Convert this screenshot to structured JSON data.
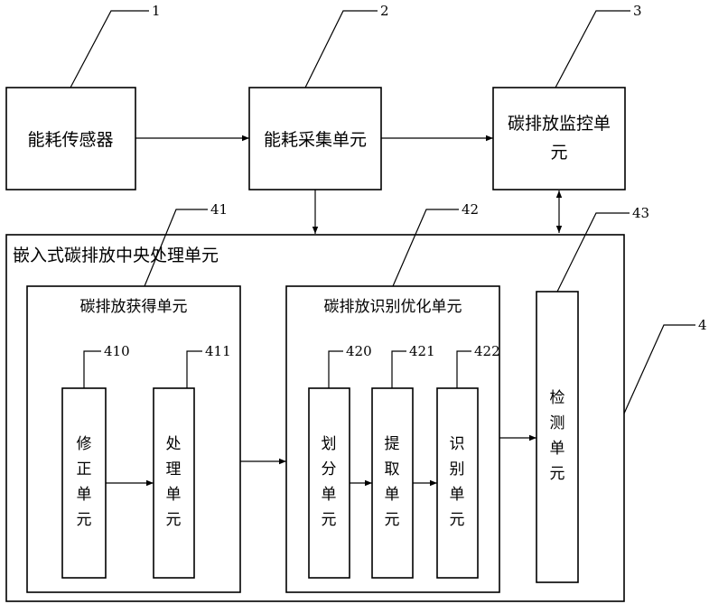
{
  "diagram": {
    "nodes": {
      "energy_sensor": "能耗传感器",
      "energy_collection": "能耗采集单元",
      "carbon_monitor_line1": "碳排放监控单",
      "carbon_monitor_line2": "元",
      "embedded_unit": "嵌入式碳排放中央处理单元",
      "carbon_acquire": "碳排放获得单元",
      "correction_unit": [
        "修",
        "正",
        "单",
        "元"
      ],
      "processing_unit": [
        "处",
        "理",
        "单",
        "元"
      ],
      "carbon_identify": "碳排放识别优化单元",
      "division_unit": [
        "划",
        "分",
        "单",
        "元"
      ],
      "extraction_unit": [
        "提",
        "取",
        "单",
        "元"
      ],
      "recognition_unit": [
        "识",
        "别",
        "单",
        "元"
      ],
      "detection_unit": [
        "检",
        "测",
        "单",
        "元"
      ]
    },
    "ref_numbers": {
      "n1": "1",
      "n2": "2",
      "n3": "3",
      "n4": "4",
      "n41": "41",
      "n42": "42",
      "n43": "43",
      "n410": "410",
      "n411": "411",
      "n420": "420",
      "n421": "421",
      "n422": "422"
    }
  }
}
